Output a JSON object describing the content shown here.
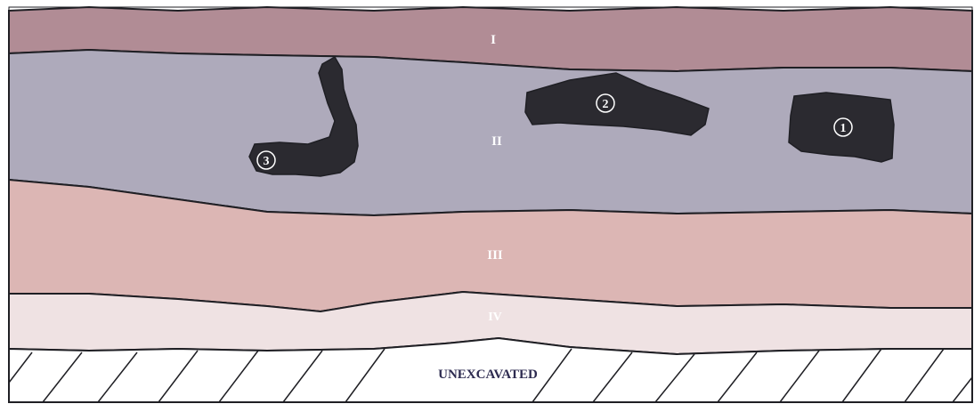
{
  "diagram": {
    "layers": [
      {
        "id": "I",
        "label": "I",
        "color": "#b18c95"
      },
      {
        "id": "II",
        "label": "II",
        "color": "#aeaabb"
      },
      {
        "id": "III",
        "label": "III",
        "color": "#dcb6b4"
      },
      {
        "id": "IV",
        "label": "IV",
        "color": "#efe2e3"
      }
    ],
    "features": [
      {
        "number": "1",
        "label": "①"
      },
      {
        "number": "2",
        "label": "②"
      },
      {
        "number": "3",
        "label": "③"
      }
    ],
    "unexcavated_label": "UNEXCAVATED",
    "colors": {
      "feature_fill": "#2b2a30",
      "outline": "#1f1f24",
      "layer_label": "#ffffff",
      "hatch": "#1f1f24",
      "base_fill": "#ffffff",
      "text_dark": "#2d2b50"
    }
  }
}
